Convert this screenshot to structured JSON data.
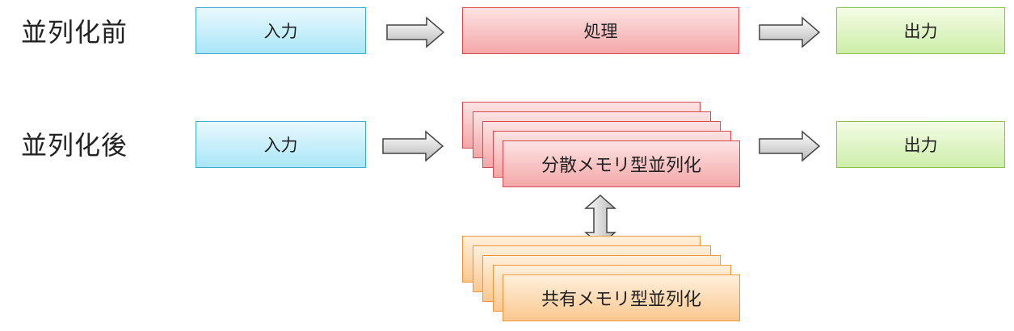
{
  "before": {
    "label": "並列化前",
    "input": "入力",
    "process": "処理",
    "output": "出力"
  },
  "after": {
    "label": "並列化後",
    "input": "入力",
    "distributed": "分散メモリ型並列化",
    "shared": "共有メモリ型並列化",
    "output": "出力"
  },
  "colors": {
    "input_border": "#3fa9cf",
    "process_border": "#d84a52",
    "output_border": "#8cc24a",
    "shared_border": "#f0953a",
    "arrow_fill": "#d0d0d0"
  }
}
